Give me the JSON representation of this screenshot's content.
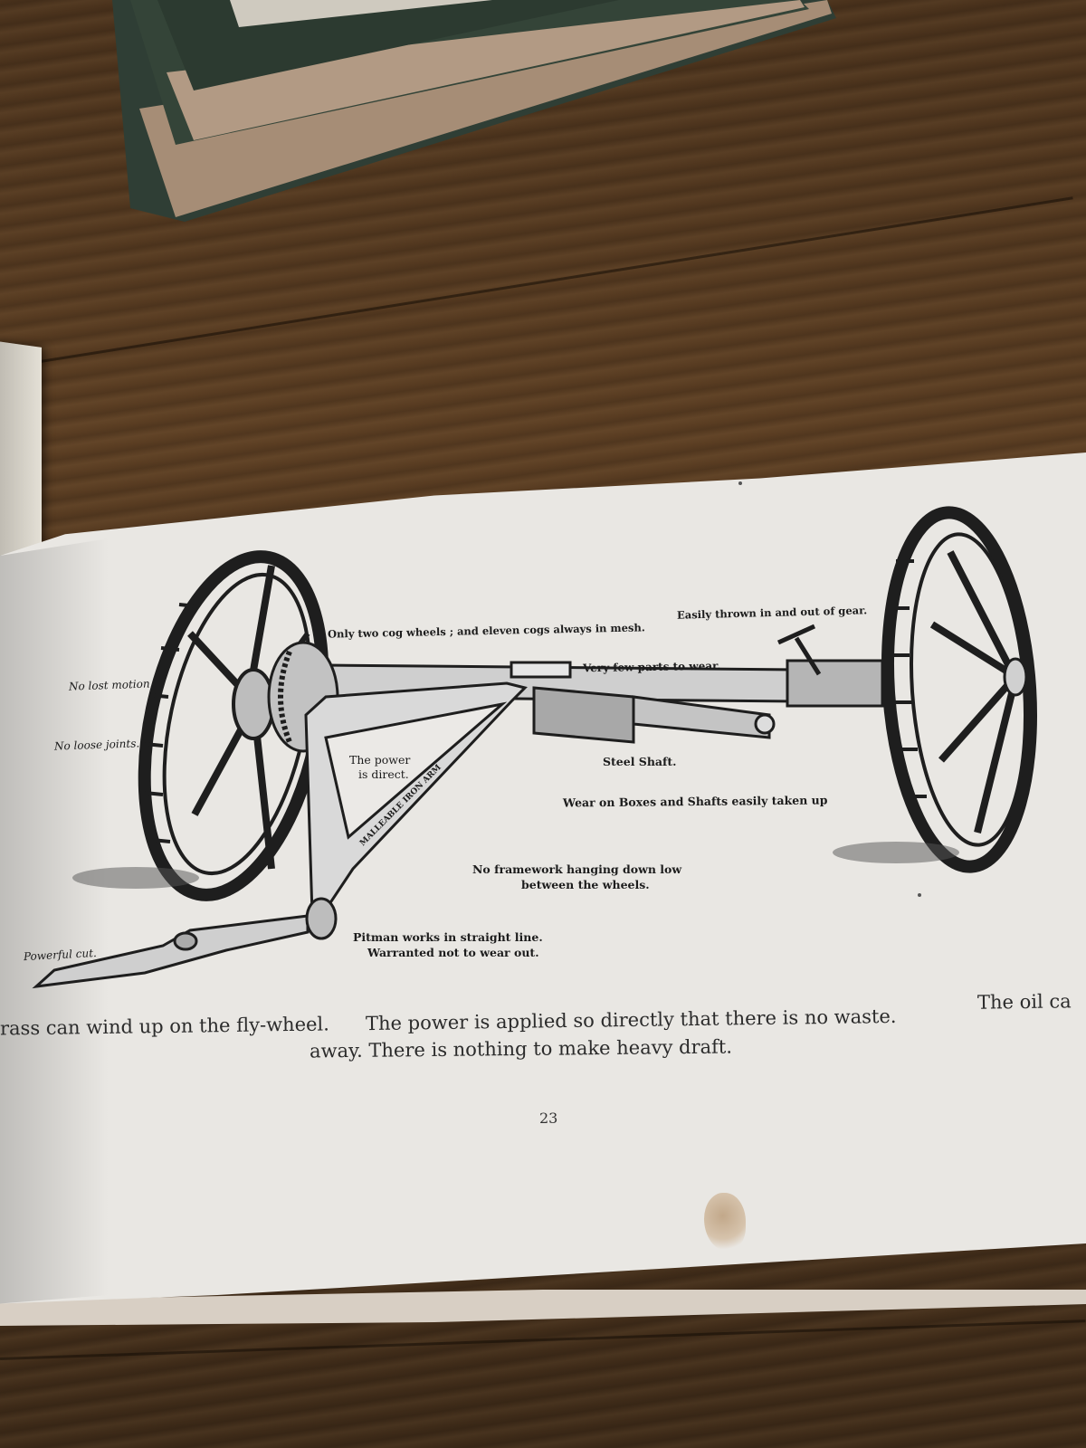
{
  "callouts": {
    "cog_wheels": "Only two cog wheels ; and eleven cogs always in mesh.",
    "gear": "Easily thrown in and out of gear.",
    "lost_motion": "No lost motion.",
    "loose_joints": "No loose joints.",
    "few_parts": "Very few parts to wear.",
    "power_direct_1": "The power",
    "power_direct_2": "is direct.",
    "steel_shaft": "Steel Shaft.",
    "wear": "Wear on Boxes and Shafts easily taken up",
    "iron_arm": "MALLEABLE IRON ARM",
    "framework_1": "No framework hanging down low",
    "framework_2": "between the wheels.",
    "pitman_1": "Pitman works in straight line.",
    "pitman_2": "Warranted not to wear out.",
    "powerful_cut": "Powerful cut."
  },
  "body": {
    "line1_a": "rass can wind up on the fly-wheel.",
    "line1_b": "The power is applied so directly that there is no waste.",
    "line1_c": "The oil ca",
    "line2": "away.   There is nothing to make heavy draft."
  },
  "page_number": "23"
}
